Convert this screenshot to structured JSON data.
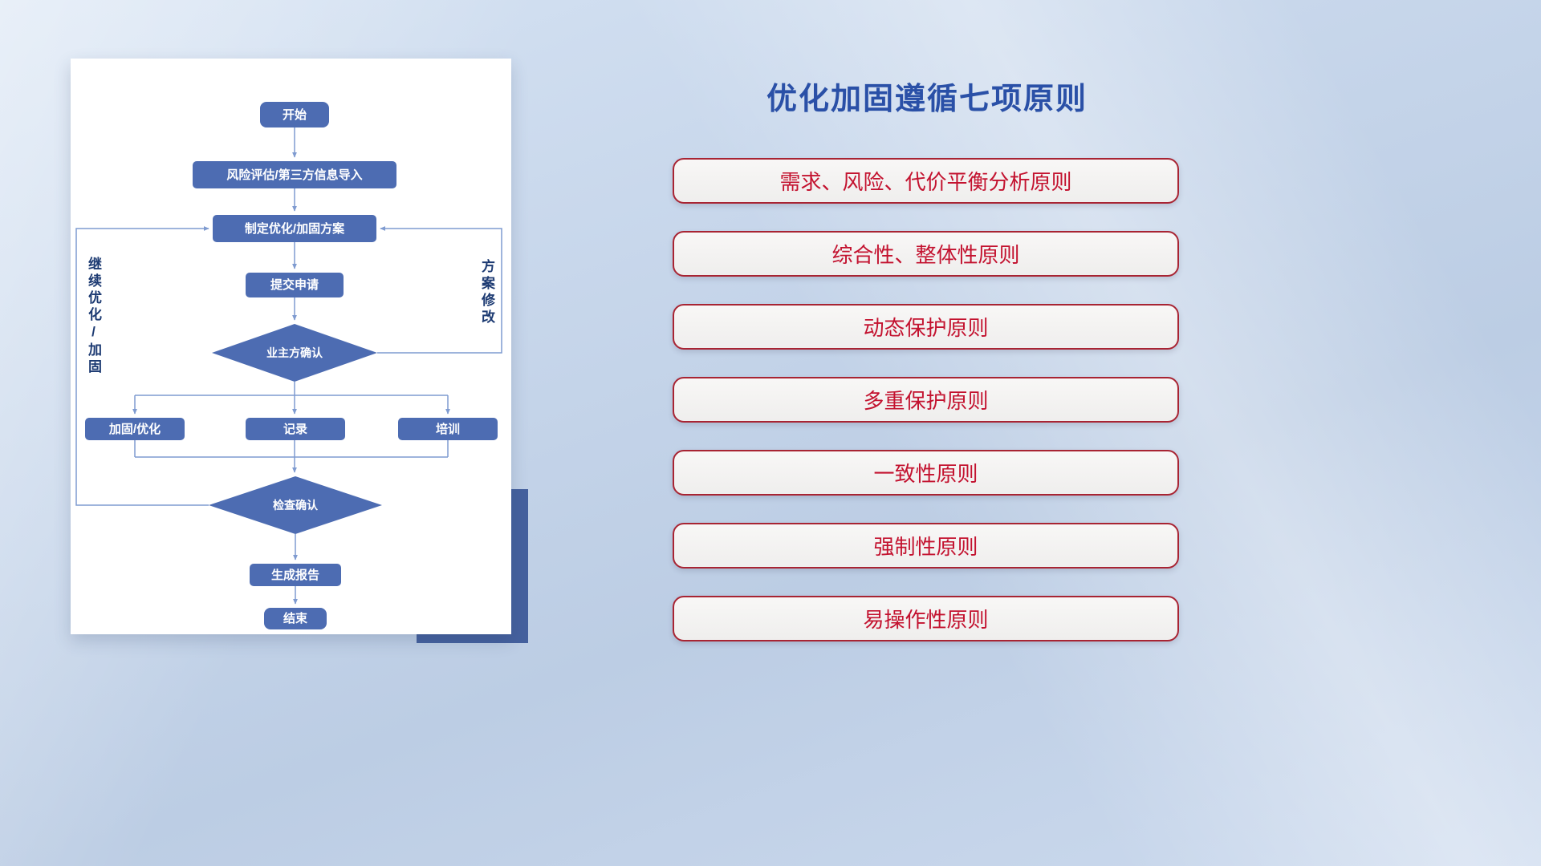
{
  "slide": {
    "title": "优化加固遵循七项原则",
    "title_color": "#2a50a7"
  },
  "flowchart": {
    "nodes": {
      "start": "开始",
      "risk_import": "风险评估/第三方信息导入",
      "make_plan": "制定优化/加固方案",
      "submit": "提交申请",
      "owner_confirm": "业主方确认",
      "harden": "加固/优化",
      "record": "记录",
      "training": "培训",
      "check_confirm": "检查确认",
      "report": "生成报告",
      "end": "结束"
    },
    "loop_labels": {
      "continue_optimize": "继续优化/加固",
      "plan_revise": "方案修改"
    },
    "colors": {
      "node_fill": "#4d6cb2",
      "node_text": "#ffffff",
      "connector": "#7f9bd0",
      "card_shadow_block": "#45619e"
    }
  },
  "principles": {
    "items": [
      "需求、风险、代价平衡分析原则",
      "综合性、整体性原则",
      "动态保护原则",
      "多重保护原则",
      "一致性原则",
      "强制性原则",
      "易操作性原则"
    ],
    "text_color": "#c3122f",
    "border_color": "#a82433",
    "background": "#f4f3f2"
  }
}
